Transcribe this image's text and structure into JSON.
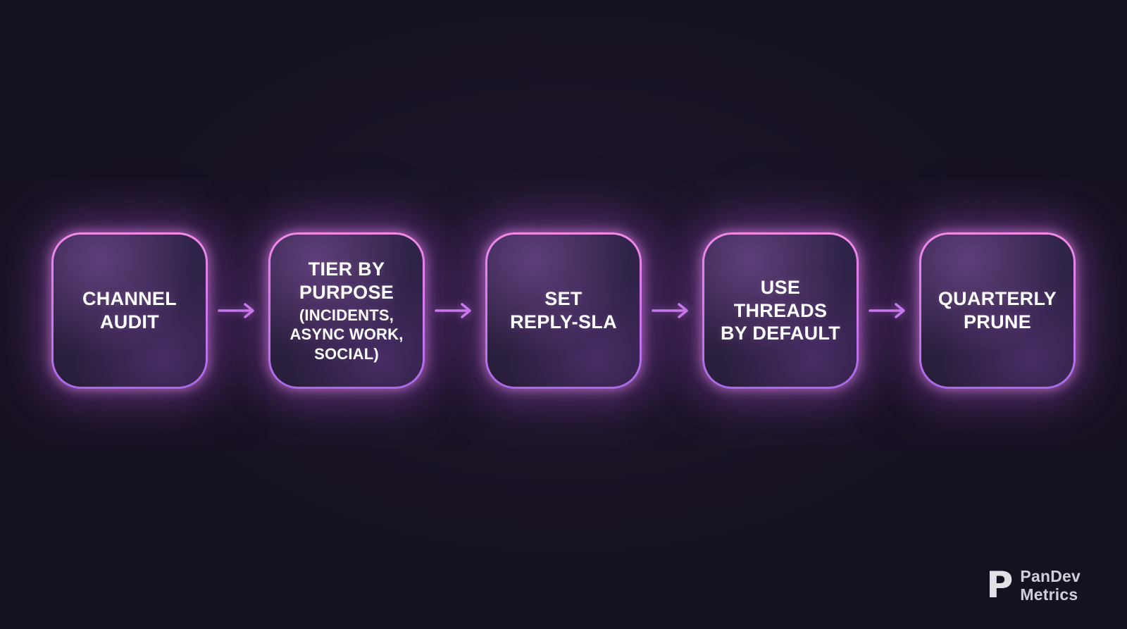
{
  "diagram": {
    "type": "horizontal-flowchart",
    "accent_colors": {
      "border_top": "#f48ae8",
      "border_bottom": "#a96ae9",
      "arrow": "#c877ec",
      "background": "#161120",
      "text": "#ffffff"
    },
    "steps": [
      {
        "title": "CHANNEL\nAUDIT",
        "subtitle": ""
      },
      {
        "title": "TIER BY\nPURPOSE",
        "subtitle": "(INCIDENTS,\nASYNC WORK,\nSOCIAL)"
      },
      {
        "title": "SET\nREPLY-SLA",
        "subtitle": ""
      },
      {
        "title": "USE\nTHREADS\nBY DEFAULT",
        "subtitle": ""
      },
      {
        "title": "QUARTERLY\nPRUNE",
        "subtitle": ""
      }
    ]
  },
  "brand": {
    "icon_letter": "P",
    "line1": "PanDev",
    "line2": "Metrics"
  }
}
